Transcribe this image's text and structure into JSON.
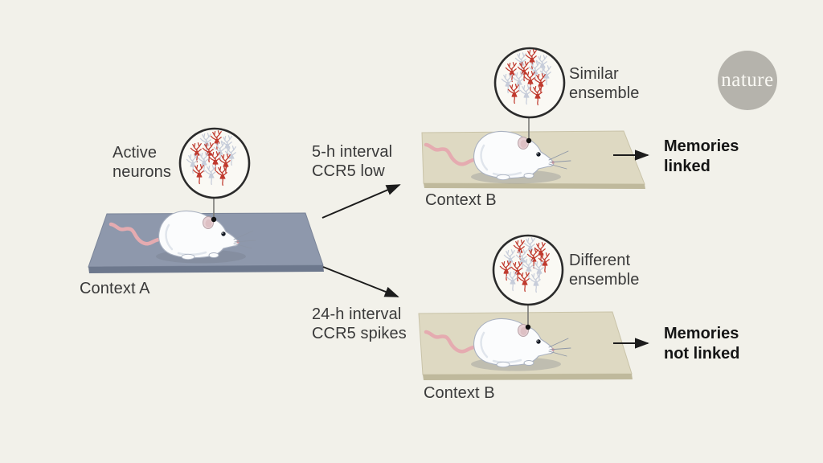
{
  "page": {
    "background": "#f2f1ea"
  },
  "logo": {
    "text": "nature",
    "circle_color": "#b5b3ac",
    "text_color": "#faf9f4"
  },
  "colors": {
    "page_bg": "#f2f1ea",
    "arrow": "#1c1c1c",
    "label_text": "#3a3a3a",
    "result_text": "#151515",
    "active_neuron": "#c03a2e",
    "inactive_neuron": "#c7cdda",
    "inset_circle_fill": "#faf9f4",
    "inset_circle_stroke": "#2b2b2b",
    "platform_a_top": "#8e98ac",
    "platform_a_front": "#6d788d",
    "platform_b_top": "#ded9c2",
    "platform_b_front": "#bfb99c",
    "mouse_body": "#fbfcfd",
    "mouse_outline": "#a9b1c0",
    "mouse_tail": "#e5abb0"
  },
  "context_a": {
    "label": "Context A",
    "inset_label": "Active\nneurons"
  },
  "linked_path": {
    "interval_label": "5-h interval\nCCR5 low",
    "context_label": "Context B",
    "inset_label": "Similar\nensemble",
    "result_label": "Memories\nlinked"
  },
  "unlinked_path": {
    "interval_label": "24-h interval\nCCR5 spikes",
    "context_label": "Context B",
    "inset_label": "Different\nensemble",
    "result_label": "Memories\nnot linked"
  }
}
